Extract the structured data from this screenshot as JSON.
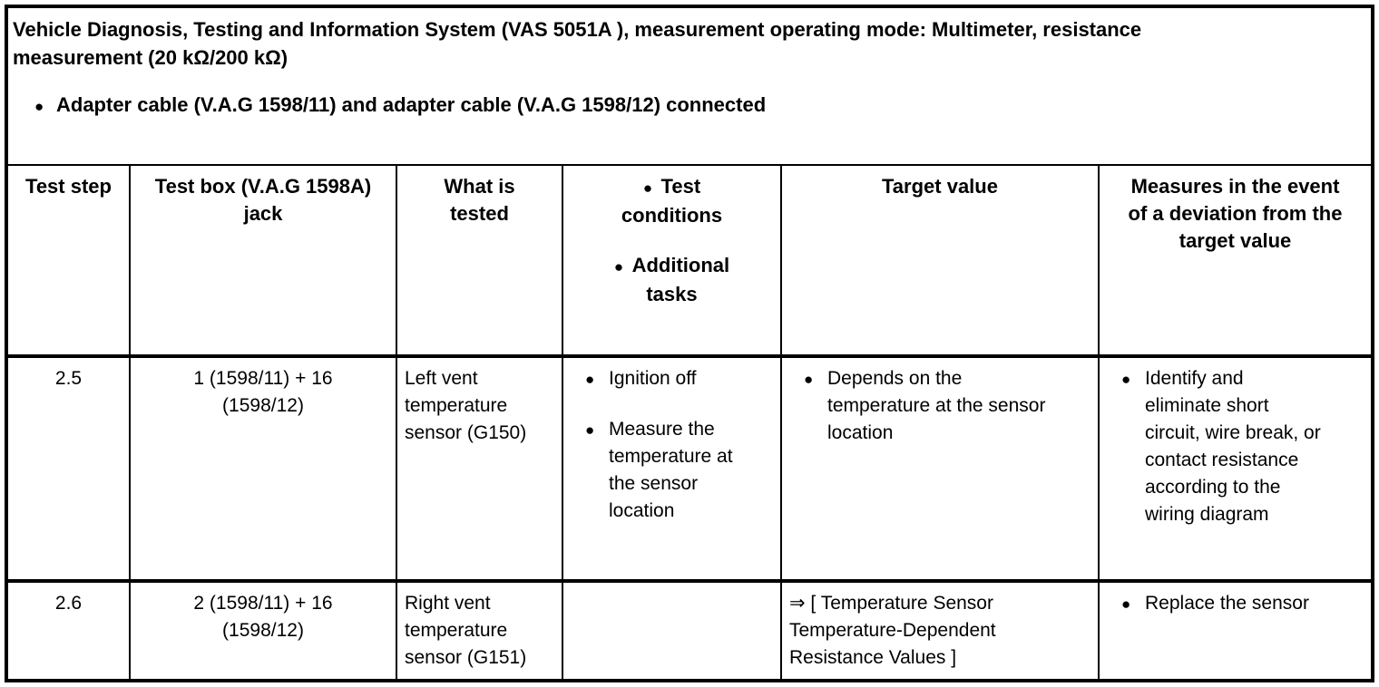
{
  "intro": {
    "title": "Vehicle Diagnosis, Testing and Information System (VAS 5051A ), measurement operating mode: Multimeter, resistance\nmeasurement (20 kΩ/200 kΩ)",
    "bullet": "Adapter cable (V.A.G 1598/11) and adapter cable (V.A.G 1598/12) connected"
  },
  "table": {
    "headers": {
      "test_step": "Test step",
      "test_box_jack": "Test box (V.A.G 1598A)\njack",
      "what_is_tested": "What is\ntested",
      "conditions_items": [
        "Test\nconditions",
        "Additional\ntasks"
      ],
      "target_value": "Target value",
      "measures": "Measures in the event\nof a deviation from the\ntarget value"
    },
    "rows": [
      {
        "test_step": "2.5",
        "test_box_jack": "1 (1598/11) + 16\n(1598/12)",
        "what_is_tested": "Left vent\ntemperature\nsensor (G150)",
        "conditions": [
          "Ignition off",
          "Measure the\ntemperature at\nthe sensor\nlocation"
        ],
        "target_value_bullets": [
          "Depends on the\ntemperature at the sensor\nlocation"
        ],
        "measures": [
          "Identify and\neliminate short\ncircuit, wire break, or\ncontact resistance\naccording to the\nwiring diagram"
        ]
      },
      {
        "test_step": "2.6",
        "test_box_jack": "2 (1598/11) + 16\n(1598/12)",
        "what_is_tested": "Right vent\ntemperature\nsensor (G151)",
        "conditions": [],
        "target_value_reference": "⇒ [ Temperature Sensor\nTemperature-Dependent\nResistance Values ]",
        "measures": [
          "Replace the sensor"
        ]
      }
    ]
  },
  "colors": {
    "text": "#000000",
    "background": "#ffffff",
    "border": "#000000"
  }
}
